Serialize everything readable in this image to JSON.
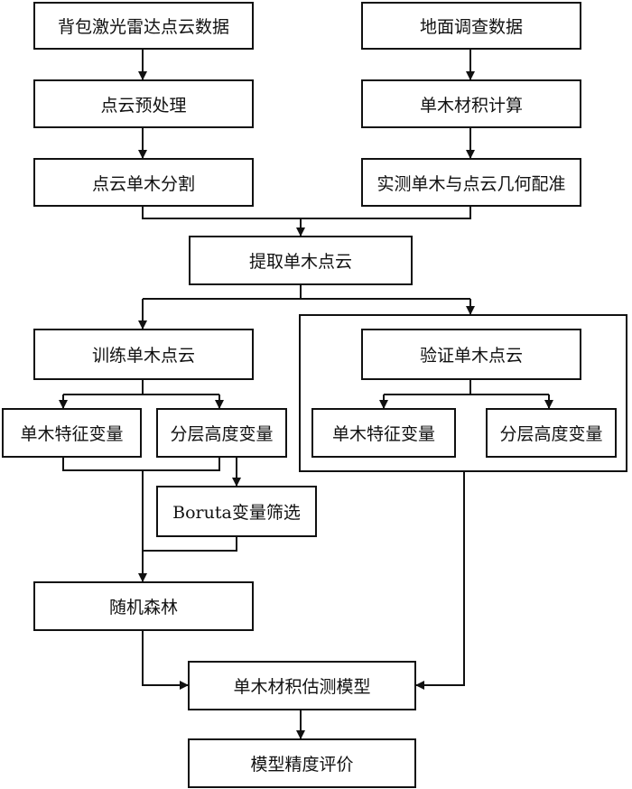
{
  "nodes": {
    "backpack_lidar": "背包激光雷达点云数据",
    "ground_survey": "地面调查数据",
    "preprocess": "点云预处理",
    "volume_calc": "单木材积计算",
    "segmentation": "点云单木分割",
    "registration": "实测单木与点云几何配准",
    "extract": "提取单木点云",
    "train_pc": "训练单木点云",
    "verify_pc": "验证单木点云",
    "train_feature": "单木特征变量",
    "train_layer": "分层高度变量",
    "verify_feature": "单木特征变量",
    "verify_layer": "分层高度变量",
    "boruta": "Boruta变量筛选",
    "random_forest": "随机森林",
    "volume_model": "单木材积估测模型",
    "evaluation": "模型精度评价"
  }
}
